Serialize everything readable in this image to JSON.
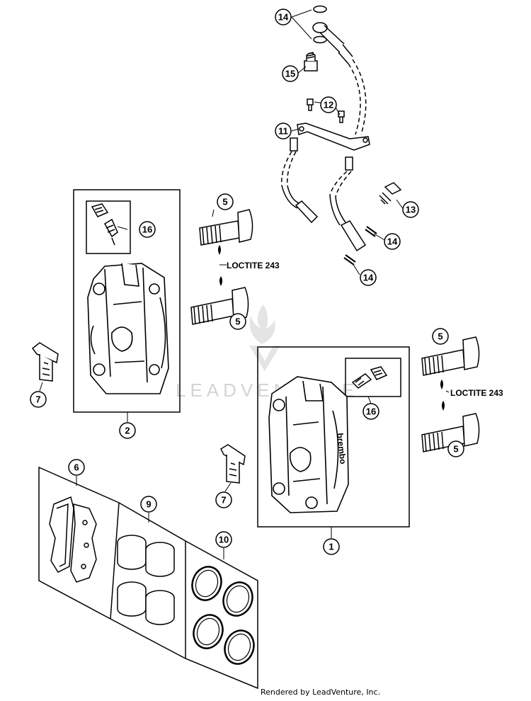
{
  "callouts": {
    "c1": "1",
    "c2": "2",
    "c5a": "5",
    "c5b": "5",
    "c5c": "5",
    "c5d": "5",
    "c6": "6",
    "c7a": "7",
    "c7b": "7",
    "c9": "9",
    "c10": "10",
    "c11": "11",
    "c12": "12",
    "c13": "13",
    "c14a": "14",
    "c14b": "14",
    "c14c": "14",
    "c15": "15",
    "c16a": "16",
    "c16b": "16"
  },
  "labels": {
    "loctite_left": "LOCTITE 243",
    "loctite_right": "LOCTITE 243",
    "caliper_brand": "brembo"
  },
  "watermark": "LEADVENTURE",
  "credit": "Rendered by LeadVenture, Inc."
}
